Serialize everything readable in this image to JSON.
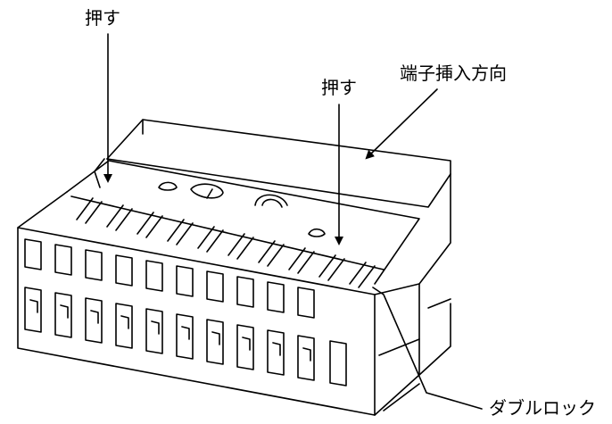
{
  "labels": {
    "push_left": "押す",
    "push_right": "押す",
    "insert_direction": "端子挿入方向",
    "double_lock": "ダブルロック"
  },
  "colors": {
    "line": "#000000",
    "background": "#ffffff"
  }
}
